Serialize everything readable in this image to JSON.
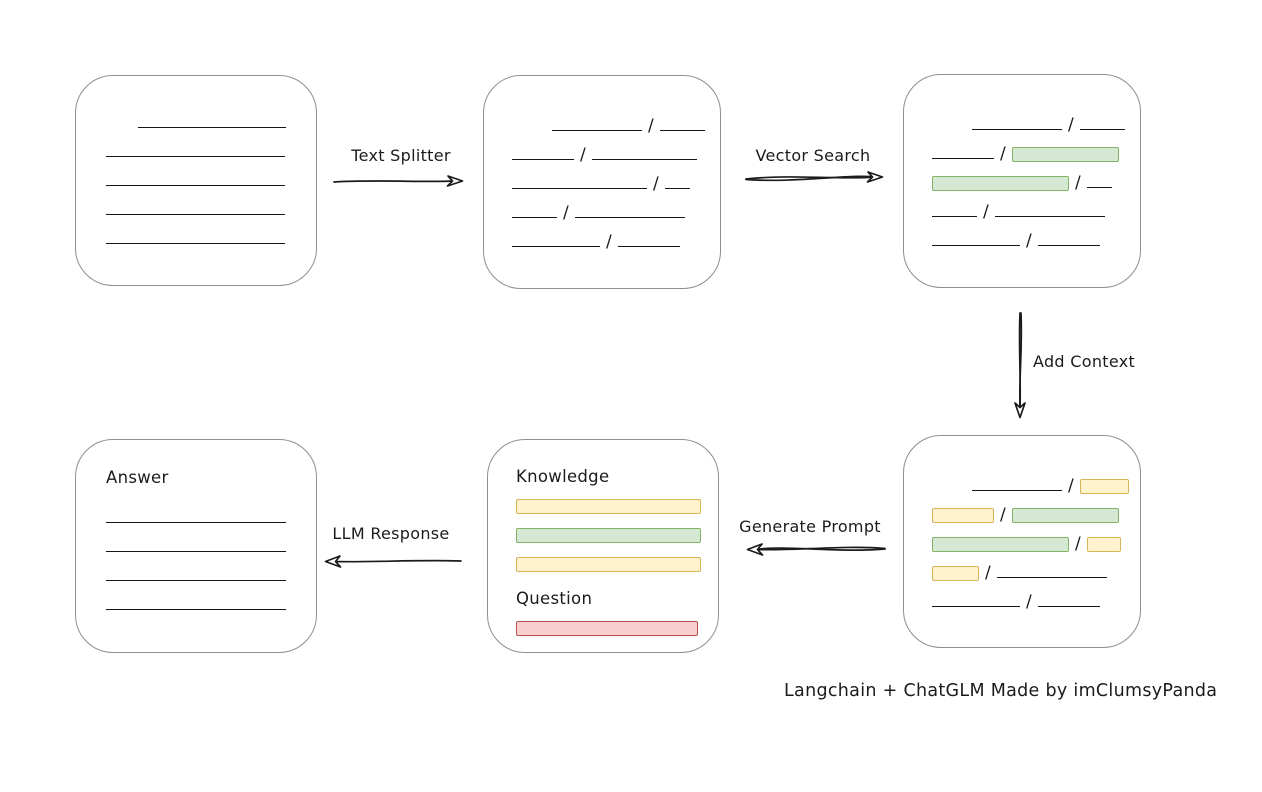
{
  "diagram": {
    "caption": "Langchain + ChatGLM Made by imClumsyPanda",
    "colors": {
      "box_border": "#8e8e8e",
      "stroke": "#1b1b1b",
      "green_fill": "#d5e8d4",
      "green_border": "#82b366",
      "yellow_fill": "#fff2cc",
      "yellow_border": "#d6b656",
      "red_fill": "#f8cecc",
      "red_border": "#b85450"
    },
    "arrows": {
      "text_splitter": "Text Splitter",
      "vector_search": "Vector Search",
      "add_context": "Add Context",
      "generate_prompt": "Generate Prompt",
      "llm_response": "LLM Response"
    },
    "boxes": {
      "document": {
        "rows": [
          [
            {
              "t": "indent",
              "w": 32
            },
            {
              "t": "line",
              "w": 148
            }
          ],
          [
            {
              "t": "line",
              "w": 179
            }
          ],
          [
            {
              "t": "line",
              "w": 179
            }
          ],
          [
            {
              "t": "line",
              "w": 179
            }
          ],
          [
            {
              "t": "line",
              "w": 179
            }
          ]
        ]
      },
      "chunks": {
        "separator": "/",
        "rows": [
          [
            {
              "t": "indent",
              "w": 40
            },
            {
              "t": "line",
              "w": 90
            },
            {
              "t": "slash"
            },
            {
              "t": "line",
              "w": 45
            }
          ],
          [
            {
              "t": "line",
              "w": 62
            },
            {
              "t": "slash"
            },
            {
              "t": "line",
              "w": 105
            }
          ],
          [
            {
              "t": "line",
              "w": 135
            },
            {
              "t": "slash"
            },
            {
              "t": "line",
              "w": 25
            }
          ],
          [
            {
              "t": "line",
              "w": 45
            },
            {
              "t": "slash"
            },
            {
              "t": "line",
              "w": 110
            }
          ],
          [
            {
              "t": "line",
              "w": 88
            },
            {
              "t": "slash"
            },
            {
              "t": "line",
              "w": 62
            }
          ]
        ]
      },
      "search_results": {
        "separator": "/",
        "rows": [
          [
            {
              "t": "indent",
              "w": 40
            },
            {
              "t": "line",
              "w": 90
            },
            {
              "t": "slash"
            },
            {
              "t": "line",
              "w": 45
            }
          ],
          [
            {
              "t": "line",
              "w": 62
            },
            {
              "t": "slash"
            },
            {
              "t": "bar",
              "c": "green",
              "w": 105
            }
          ],
          [
            {
              "t": "bar",
              "c": "green",
              "w": 135
            },
            {
              "t": "slash"
            },
            {
              "t": "line",
              "w": 25
            }
          ],
          [
            {
              "t": "line",
              "w": 45
            },
            {
              "t": "slash"
            },
            {
              "t": "line",
              "w": 110
            }
          ],
          [
            {
              "t": "line",
              "w": 88
            },
            {
              "t": "slash"
            },
            {
              "t": "line",
              "w": 62
            }
          ]
        ]
      },
      "context_chunks": {
        "separator": "/",
        "rows": [
          [
            {
              "t": "indent",
              "w": 40
            },
            {
              "t": "line",
              "w": 90
            },
            {
              "t": "slash"
            },
            {
              "t": "bar",
              "c": "yellow",
              "w": 47
            }
          ],
          [
            {
              "t": "bar",
              "c": "yellow",
              "w": 60
            },
            {
              "t": "slash"
            },
            {
              "t": "bar",
              "c": "green",
              "w": 105
            }
          ],
          [
            {
              "t": "bar",
              "c": "green",
              "w": 135
            },
            {
              "t": "slash"
            },
            {
              "t": "bar",
              "c": "yellow",
              "w": 32
            }
          ],
          [
            {
              "t": "bar",
              "c": "yellow",
              "w": 45
            },
            {
              "t": "slash"
            },
            {
              "t": "line",
              "w": 110
            }
          ],
          [
            {
              "t": "line",
              "w": 88
            },
            {
              "t": "slash"
            },
            {
              "t": "line",
              "w": 62
            }
          ]
        ]
      },
      "prompt": {
        "knowledge_label": "Knowledge",
        "question_label": "Question",
        "knowledge_bars": [
          {
            "c": "yellow",
            "w": 183
          },
          {
            "c": "green",
            "w": 183
          },
          {
            "c": "yellow",
            "w": 183
          }
        ],
        "question_bars": [
          {
            "c": "red",
            "w": 180
          }
        ]
      },
      "answer": {
        "label": "Answer",
        "rows": [
          [
            {
              "t": "line",
              "w": 180
            }
          ],
          [
            {
              "t": "line",
              "w": 180
            }
          ],
          [
            {
              "t": "line",
              "w": 180
            }
          ],
          [
            {
              "t": "line",
              "w": 180
            }
          ]
        ]
      }
    }
  }
}
